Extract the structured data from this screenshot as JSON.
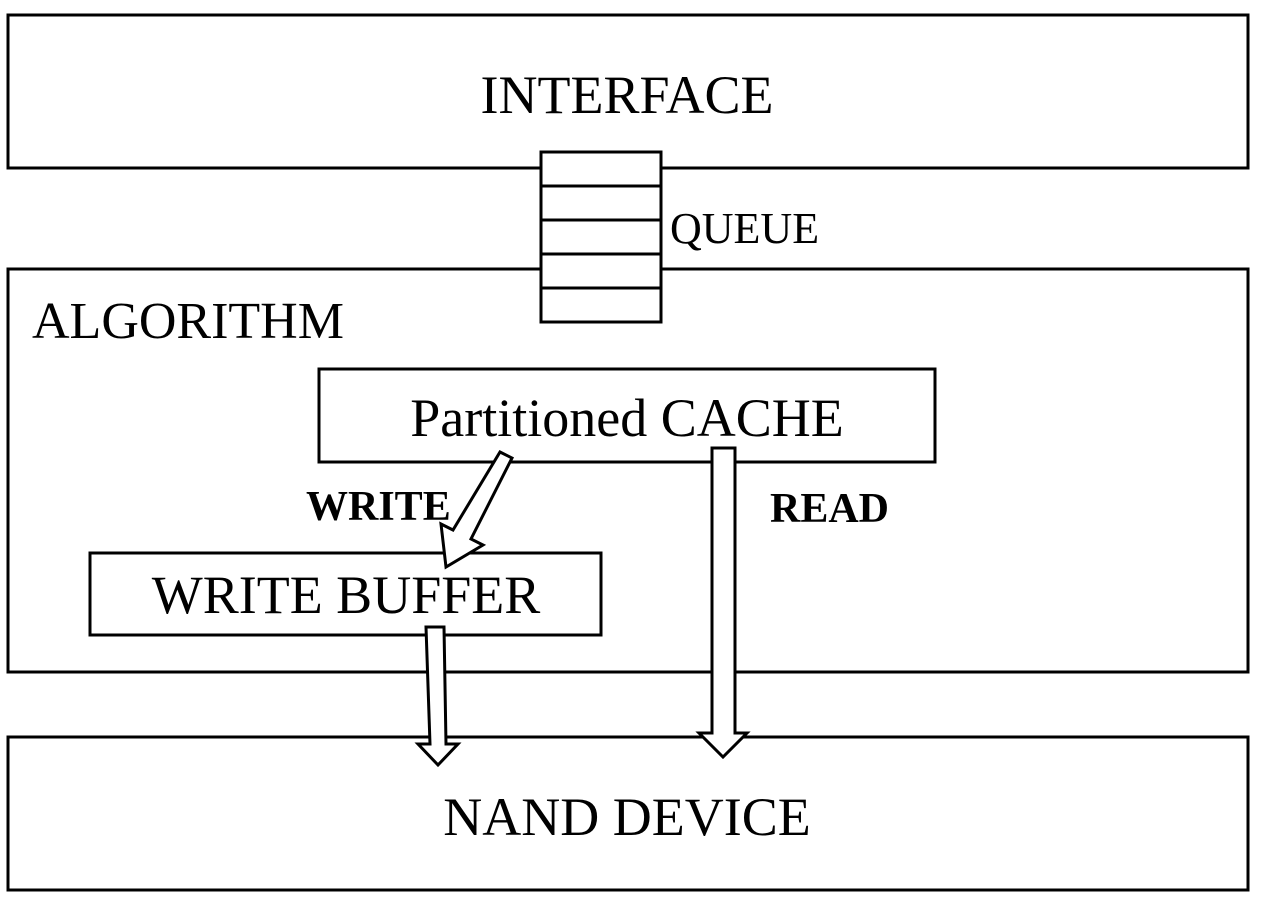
{
  "blocks": {
    "interface": "INTERFACE",
    "algorithm": "ALGORITHM",
    "cache": "Partitioned CACHE",
    "write_buffer": "WRITE BUFFER",
    "nand_device": "NAND DEVICE"
  },
  "queue": {
    "label": "QUEUE",
    "slots": 5
  },
  "arrows": {
    "write": "WRITE",
    "read": "READ"
  },
  "colors": {
    "stroke": "#000000",
    "fill": "#ffffff",
    "text": "#000000"
  }
}
